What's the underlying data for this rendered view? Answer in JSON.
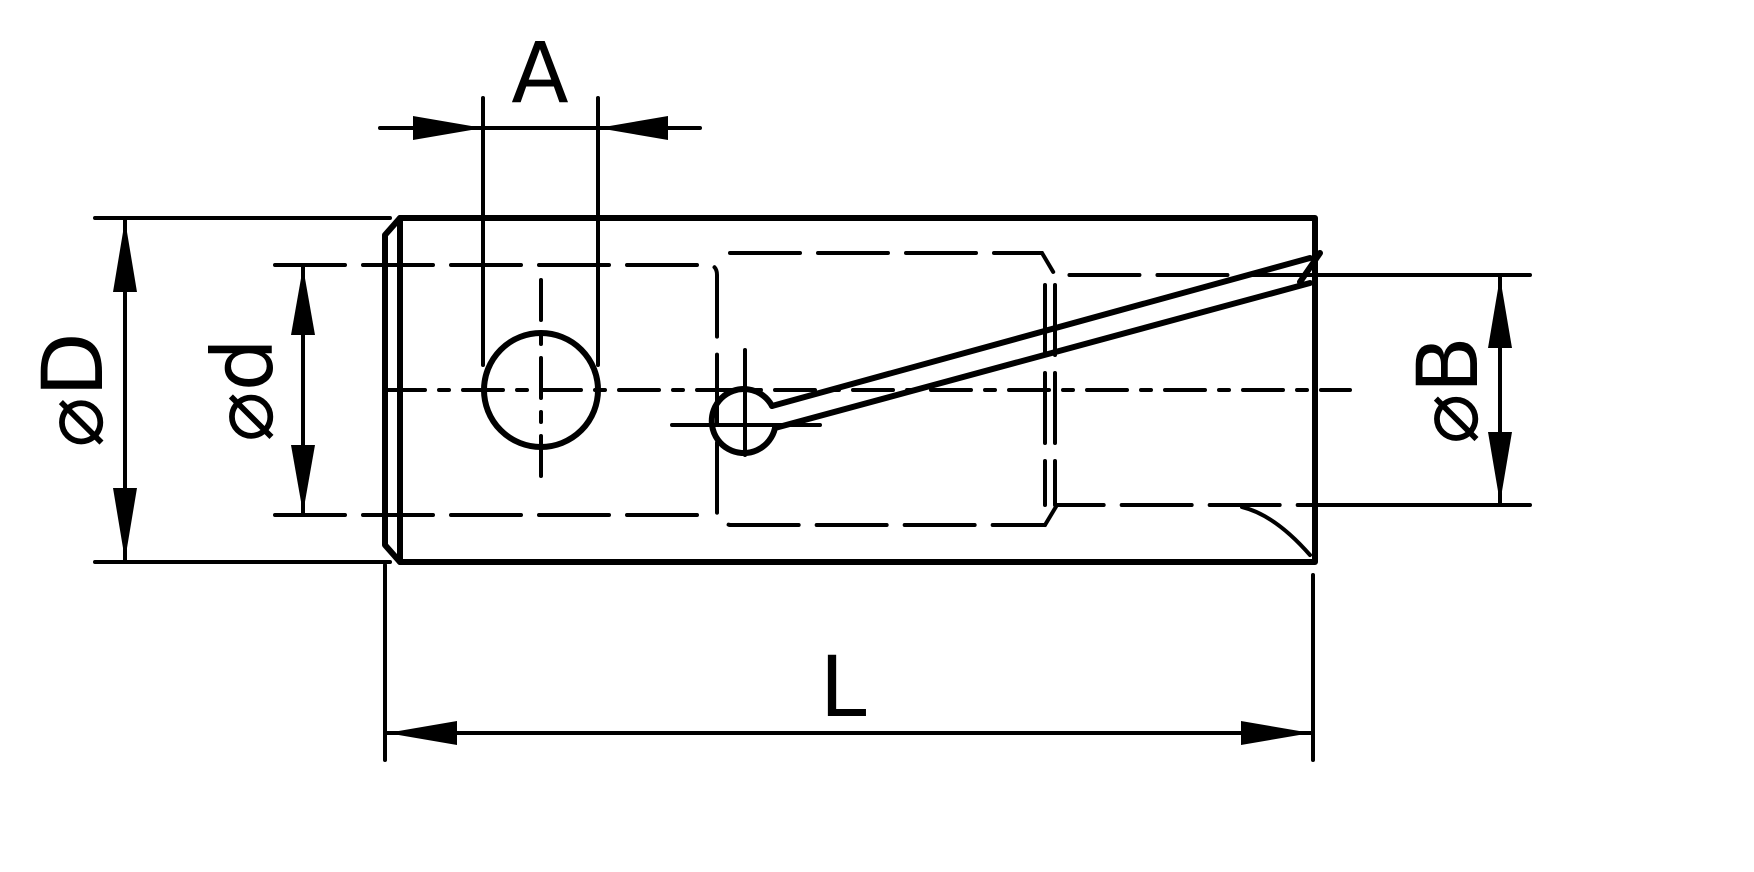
{
  "drawing": {
    "labels": {
      "width_slot": "A",
      "outer_diameter": "⌀D",
      "inner_diameter": "⌀d",
      "bore_diameter": "⌀B",
      "length": "L"
    },
    "line_color": "#000000",
    "background": "#ffffff"
  }
}
